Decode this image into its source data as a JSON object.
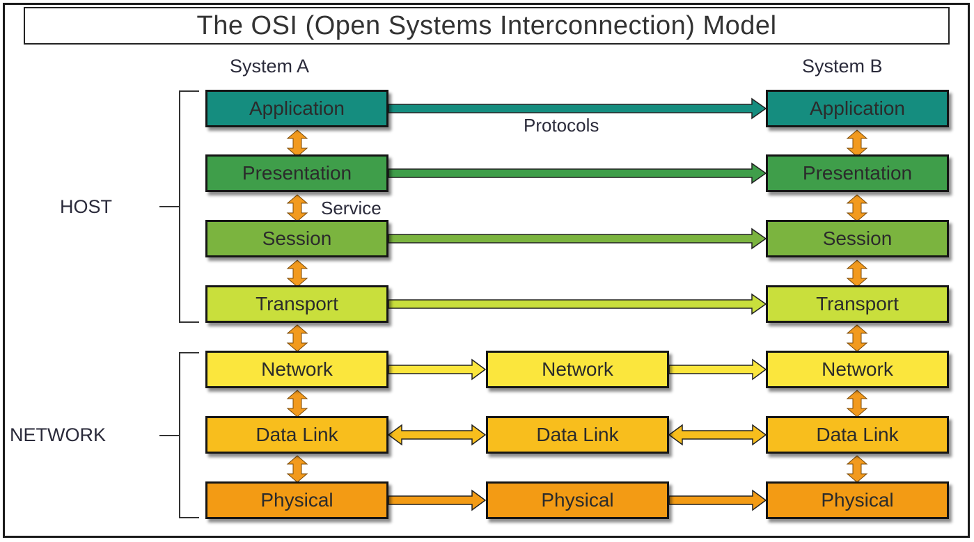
{
  "title": "The OSI (Open Systems Interconnection) Model",
  "system_a_label": "System A",
  "system_b_label": "System B",
  "host_label": "HOST",
  "network_label": "NETWORK",
  "protocols_label": "Protocols",
  "service_label": "Service",
  "layers": {
    "application": "Application",
    "presentation": "Presentation",
    "session": "Session",
    "transport": "Transport",
    "network": "Network",
    "data_link": "Data Link",
    "physical": "Physical"
  },
  "colors": {
    "application": "#158d7f",
    "presentation": "#3f9e4a",
    "session": "#7bb43f",
    "transport": "#c9df3c",
    "network": "#fbe63d",
    "data_link": "#f8be1d",
    "physical": "#f39b14",
    "service_arrow": "#f29a1e"
  }
}
